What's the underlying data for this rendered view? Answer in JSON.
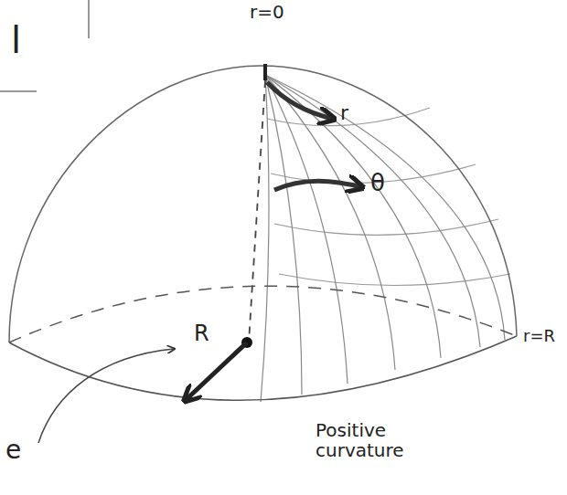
{
  "diagram": {
    "labels": [
      "l",
      "r=0",
      "r",
      "θ",
      "R",
      "r=R",
      "e",
      "Positive curvature"
    ]
  }
}
